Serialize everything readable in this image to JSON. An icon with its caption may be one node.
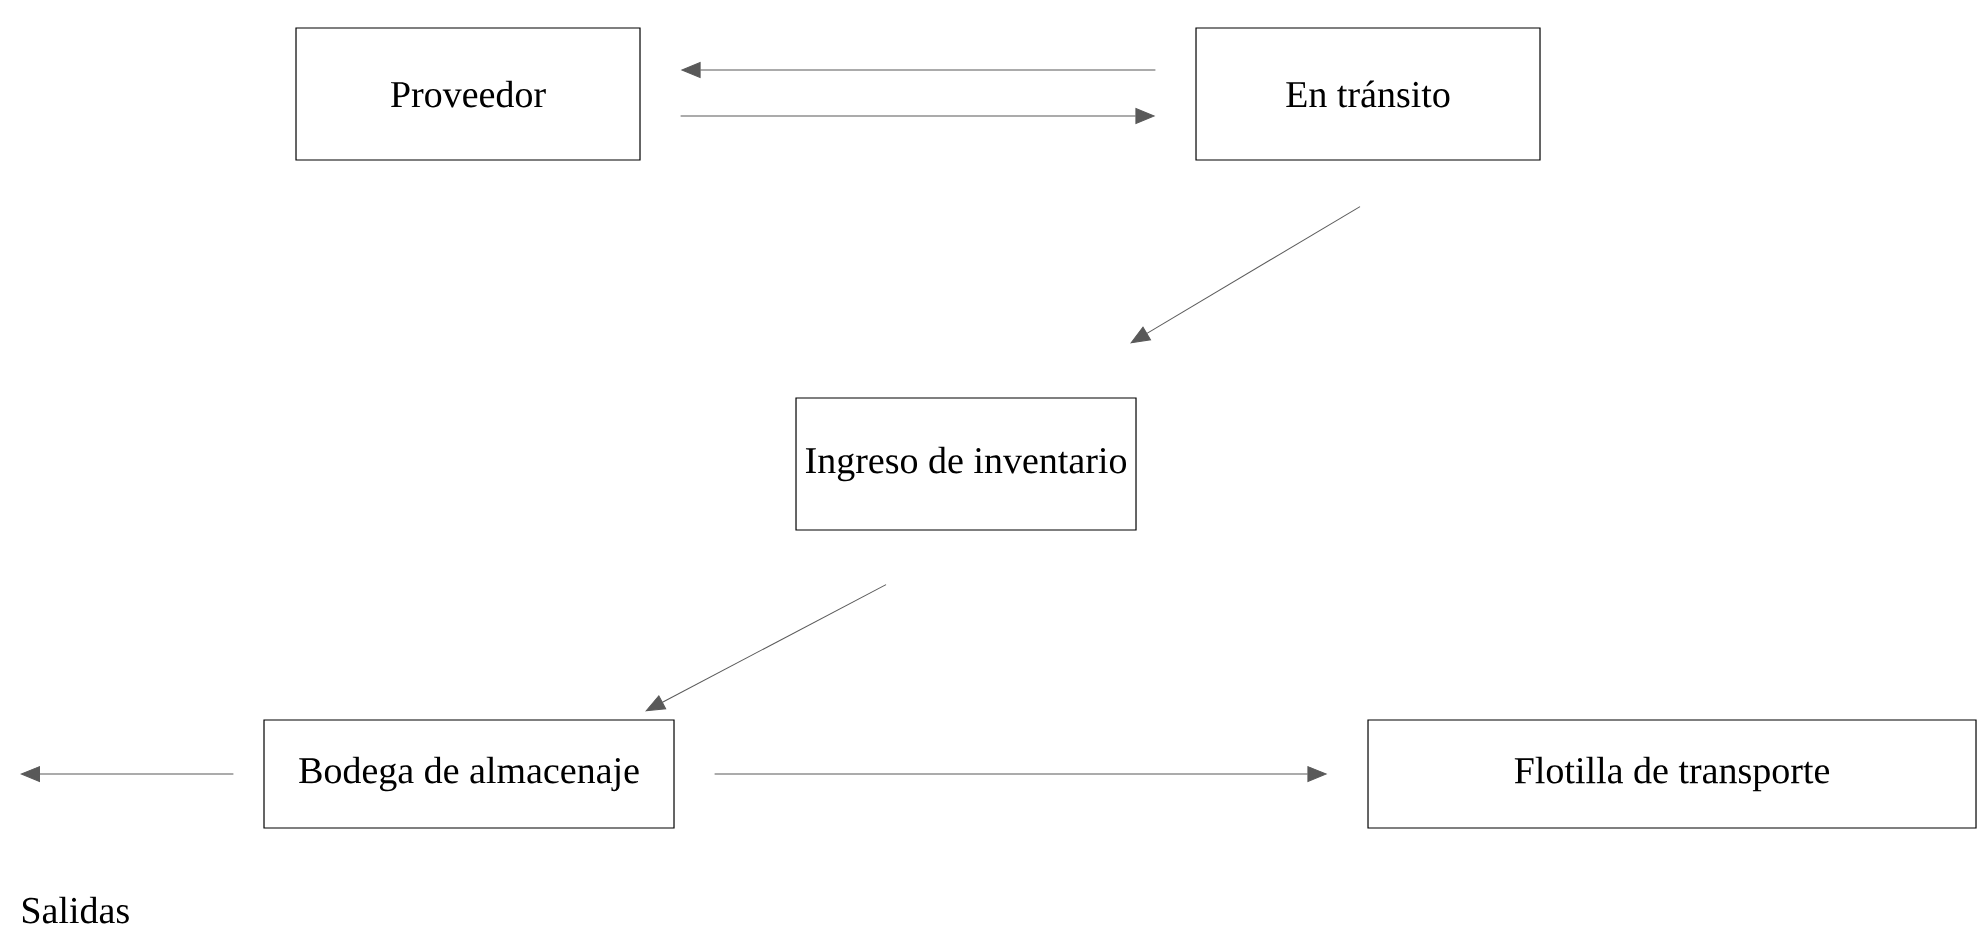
{
  "diagram": {
    "nodes": [
      {
        "text": [
          "Proveedor"
        ]
      },
      {
        "text": [
          "En tránsito"
        ]
      },
      {
        "text": [
          "Ingreso de inventario"
        ]
      },
      {
        "text": [
          "Bodega de almacenaje"
        ]
      },
      {
        "text": [
          "Flotilla de transporte"
        ]
      }
    ],
    "edges": [
      {
        "from": 1,
        "to": 0,
        "arrow": "to"
      },
      {
        "from": 0,
        "to": 1,
        "arrow": "to"
      },
      {
        "from": 1,
        "to": 2,
        "arrow": "to"
      },
      {
        "from": 2,
        "to": 3,
        "arrow": "to"
      },
      {
        "from": 3,
        "to": null,
        "arrow": "to"
      },
      {
        "from": 3,
        "to": 4,
        "arrow": "to"
      }
    ],
    "labels": [
      "Salidas"
    ]
  }
}
